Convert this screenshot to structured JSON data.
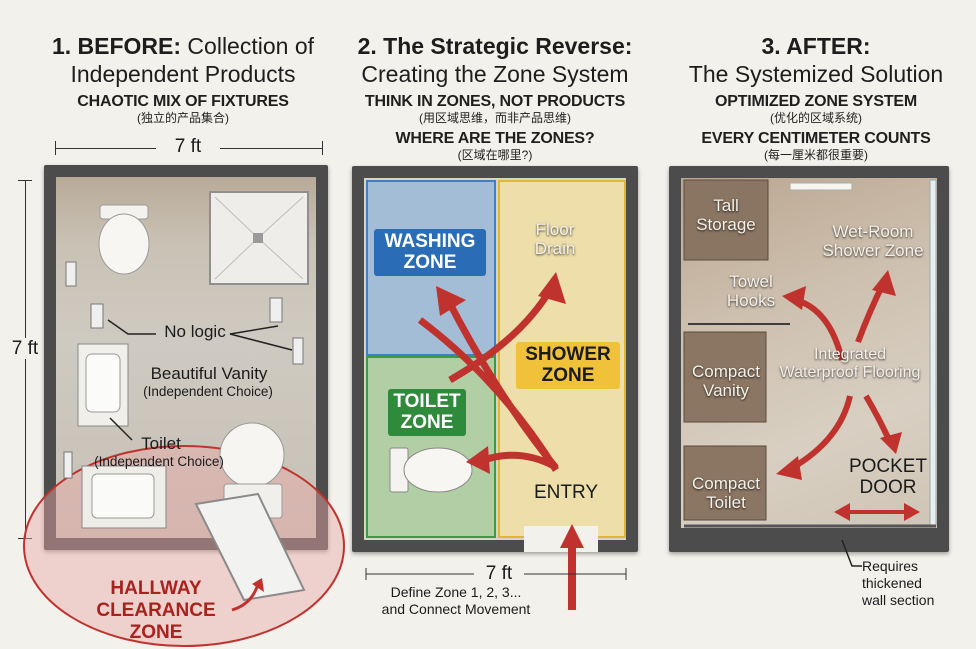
{
  "panels": {
    "before": {
      "title_num": "1. BEFORE:",
      "title_rest": " Collection of",
      "title_line2": "Independent Products",
      "subtitle": "CHAOTIC MIX OF FIXTURES",
      "subtitle_cn": "(独立的产品集合)",
      "width_dim": "7 ft",
      "height_dim": "7 ft",
      "label_no_logic": "No logic",
      "label_vanity": "Beautiful Vanity",
      "label_vanity_sub": "(Independent Choice)",
      "label_toilet": "Toilet",
      "label_toilet_sub": "(Independent Choice)",
      "label_hallway": "HALLWAY\nCLEARANCE\nZONE"
    },
    "reverse": {
      "title_line1": "2. The Strategic Reverse:",
      "title_line2": "Creating the Zone System",
      "subtitle": "THINK IN ZONES, NOT PRODUCTS",
      "subtitle_cn": "(用区域思维，而非产品思维)",
      "question": "WHERE ARE THE ZONES?",
      "question_cn": "(区域在哪里?)",
      "zone_washing": "WASHING\nZONE",
      "zone_toilet": "TOILET\nZONE",
      "zone_shower": "SHOWER\nZONE",
      "floor_drain": "Floor\nDrain",
      "entry": "ENTRY",
      "width_dim": "7 ft",
      "note": "Define Zone 1, 2, 3...\nand Connect Movement"
    },
    "after": {
      "title_line1": "3. AFTER:",
      "title_line2": "The Systemized Solution",
      "subtitle": "OPTIMIZED ZONE SYSTEM",
      "subtitle_cn": "(优化的区域系统)",
      "subtitle2": "EVERY CENTIMETER COUNTS",
      "subtitle2_cn": "(每一厘米都很重要)",
      "tall_storage": "Tall\nStorage",
      "wet_room": "Wet-Room\nShower Zone",
      "towel_hooks": "Towel\nHooks",
      "compact_vanity": "Compact\nVanity",
      "integrated": "Integrated\nWaterproof Flooring",
      "compact_toilet": "Compact\nToilet",
      "pocket_door": "POCKET\nDOOR",
      "note": "Requires\nthickened\nwall section"
    }
  },
  "colors": {
    "arrow_red": "#c0322d",
    "washing_blue": "#2a6db6",
    "toilet_green": "#2f8a3c",
    "shower_yellow": "#f0c23a",
    "hallway_pink": "#e9a9a6"
  }
}
